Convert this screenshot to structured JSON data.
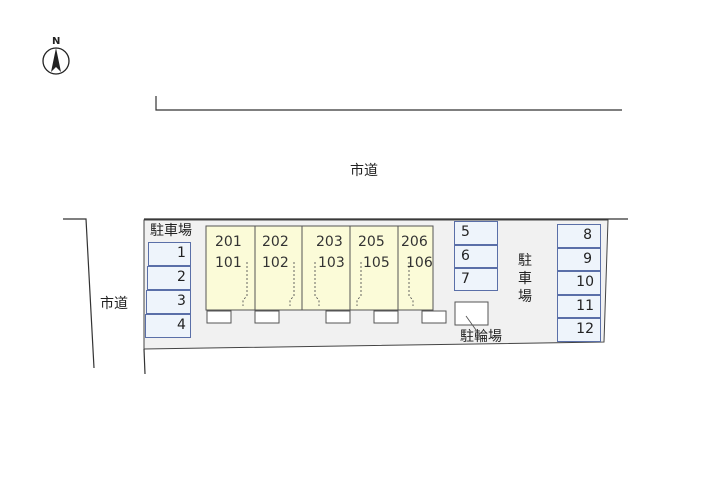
{
  "compass": {
    "label": "N"
  },
  "roads": {
    "top_label": "市道",
    "left_label": "市道"
  },
  "parking_left": {
    "label": "駐車場",
    "spaces": [
      "1",
      "2",
      "3",
      "4"
    ]
  },
  "parking_mid": {
    "spaces": [
      "5",
      "6",
      "7"
    ]
  },
  "parking_right": {
    "label": "駐車場",
    "spaces": [
      "8",
      "9",
      "10",
      "11",
      "12"
    ]
  },
  "bicycle": {
    "label": "駐輪場"
  },
  "units": [
    {
      "upper": "201",
      "lower": "101"
    },
    {
      "upper": "202",
      "lower": "102"
    },
    {
      "upper": "203",
      "lower": "103"
    },
    {
      "upper": "205",
      "lower": "105"
    },
    {
      "upper": "206",
      "lower": "106"
    }
  ],
  "colors": {
    "building_fill": "#fbfbd8",
    "lot_fill": "#f1f1f1",
    "slot_fill": "#eef4fb",
    "slot_border": "#5a6fa8"
  }
}
